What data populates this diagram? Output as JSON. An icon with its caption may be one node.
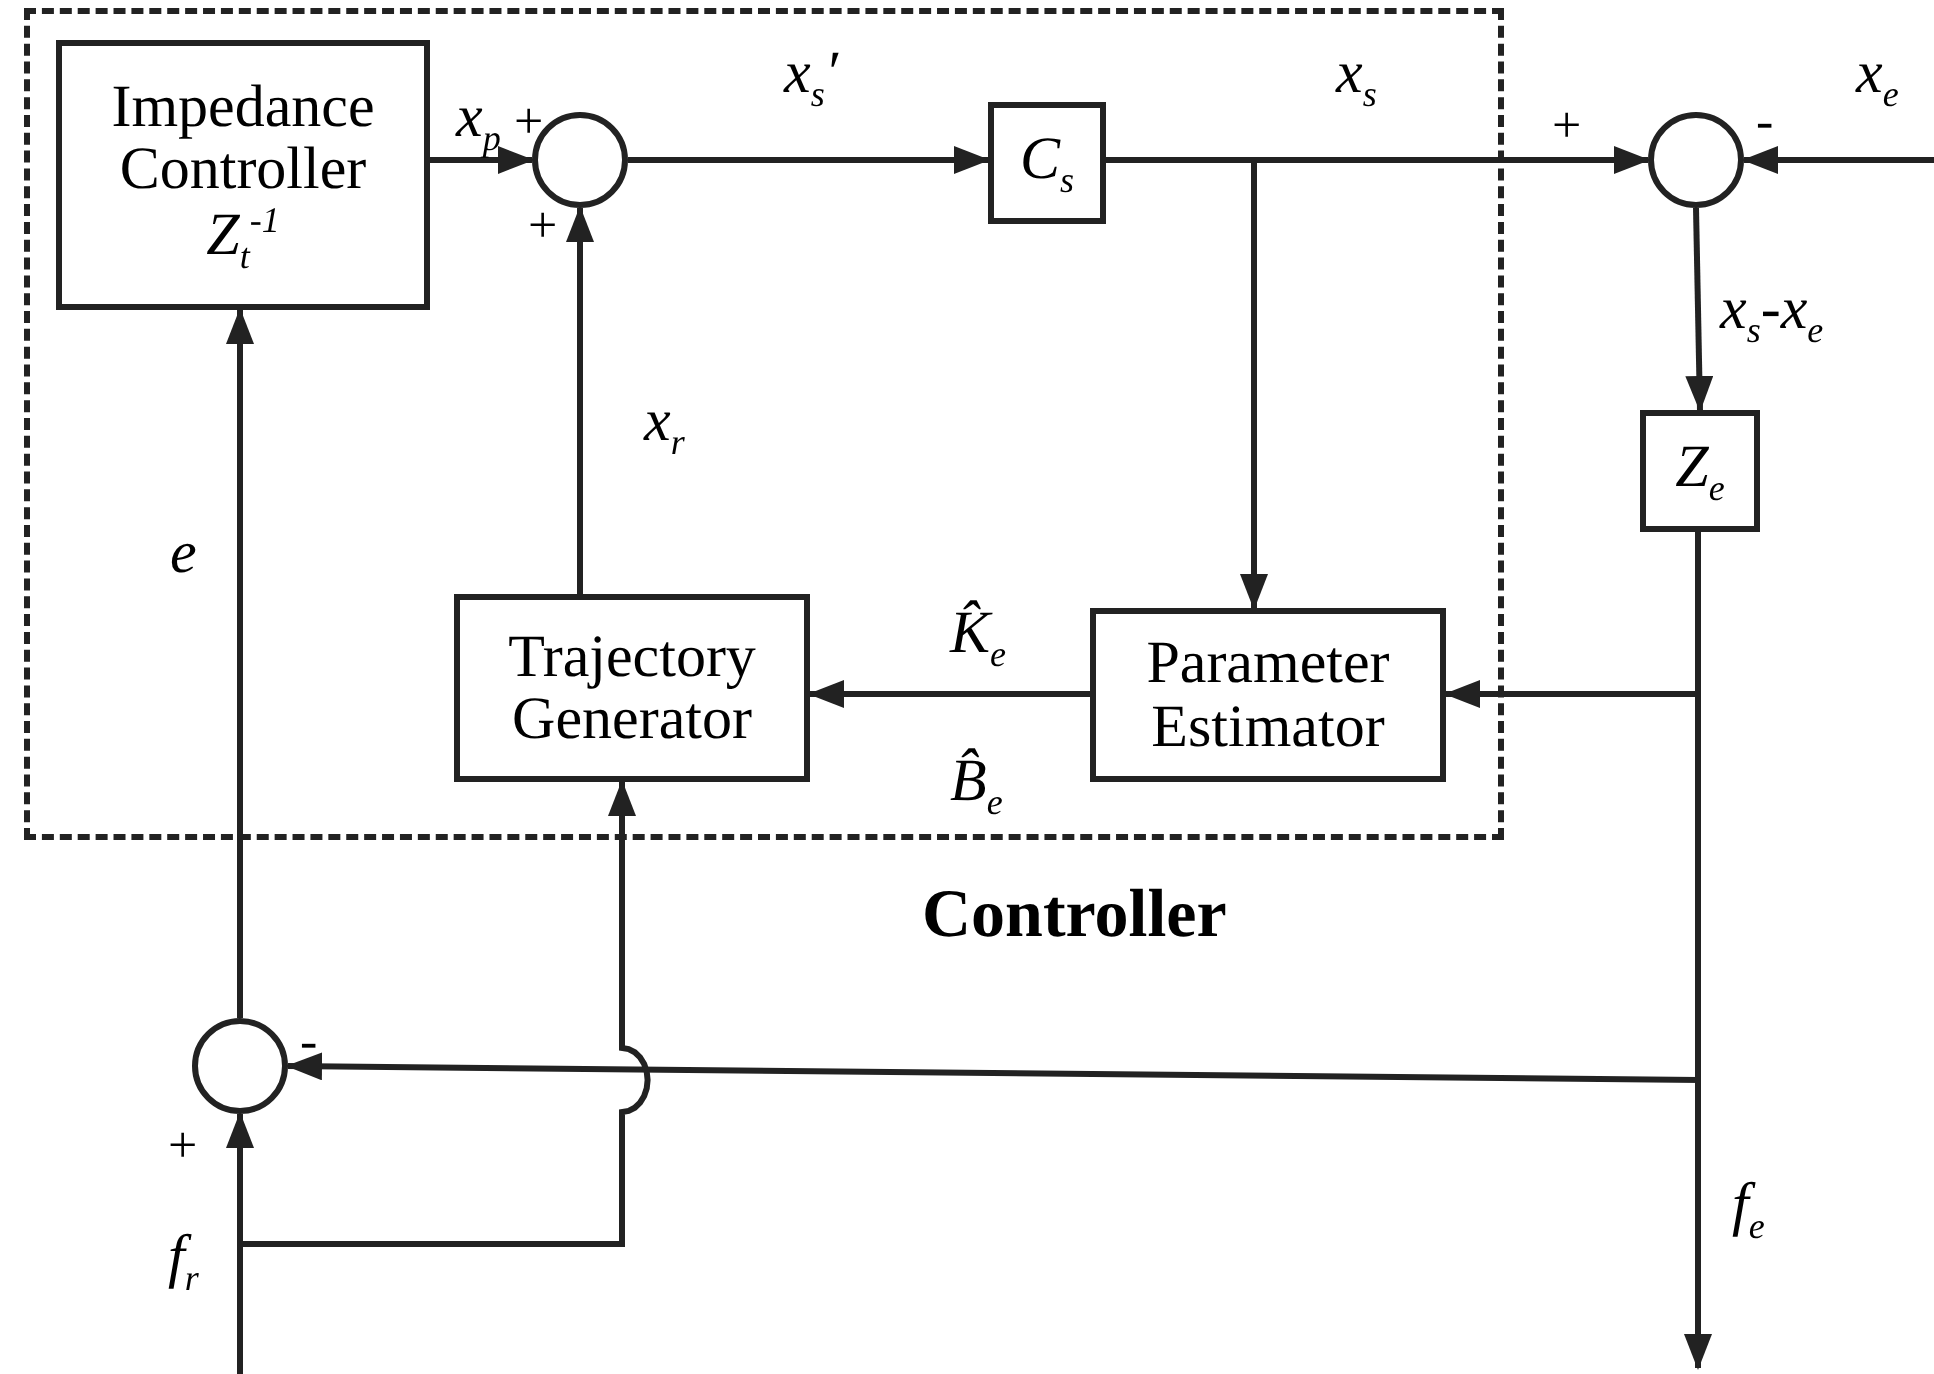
{
  "diagram": {
    "nodes": [
      {
        "text": [
          "Controller"
        ]
      },
      {
        "text": [
          "Impedance Controller",
          "Z$_{t}$$^{-1}$"
        ],
        "in": 0
      },
      {
        "text": [],
        "shape": "circle",
        "in": 0
      },
      {
        "text": [
          "C$_{s}$"
        ],
        "in": 0
      },
      {
        "text": [
          "Parameter Estimator"
        ],
        "in": 0
      },
      {
        "text": [
          "Trajectory Generator"
        ],
        "in": 0
      },
      {
        "text": [],
        "shape": "circle"
      },
      {
        "text": [
          "Z$_{e}$"
        ]
      },
      {
        "text": [],
        "shape": "circle"
      }
    ],
    "edges": [
      {
        "from": 1,
        "to": 2,
        "arrow": "to",
        "label": "x$_{p}$"
      },
      {
        "from": 2,
        "to": 3,
        "arrow": "to",
        "label": "x$_{s}$′"
      },
      {
        "from": 3,
        "to": 6,
        "arrow": "to",
        "label": "x$_{s}$"
      },
      {
        "from": 3,
        "to": 4,
        "arrow": "to"
      },
      {
        "from": null,
        "to": 6,
        "arrow": "to",
        "label": "x$_{e}$"
      },
      {
        "from": 6,
        "to": 7,
        "arrow": "to",
        "label": "x$_{s}$-x$_{e}$"
      },
      {
        "from": 7,
        "to": 4,
        "arrow": "to"
      },
      {
        "from": 7,
        "to": 8,
        "arrow": "to"
      },
      {
        "from": 7,
        "to": null,
        "arrow": "to",
        "label": "f$_{e}$"
      },
      {
        "from": 4,
        "to": 5,
        "arrow": "to",
        "label": "K̂$_{e}$"
      },
      {
        "from": 5,
        "to": 2,
        "arrow": "to",
        "label": "x$_{r}$"
      },
      {
        "from": 8,
        "to": 1,
        "arrow": "to",
        "label": "e"
      },
      {
        "from": null,
        "to": 8,
        "arrow": "to",
        "label": "f$_{r}$"
      },
      {
        "from": null,
        "to": 5,
        "arrow": "to"
      }
    ],
    "labels": [
      "+",
      "+",
      "-",
      "+",
      "B̂$_{e}$",
      "-",
      "+"
    ]
  }
}
